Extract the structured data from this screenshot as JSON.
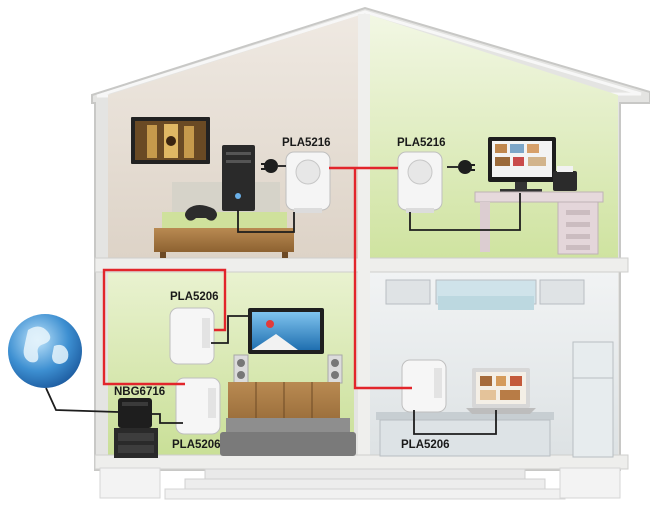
{
  "labels": {
    "pla5216_bedroom": "PLA5216",
    "pla5216_office": "PLA5216",
    "pla5206_living_top": "PLA5206",
    "pla5206_living_bottom": "PLA5206",
    "pla5206_kitchen": "PLA5206",
    "nbg6716": "NBG6716"
  },
  "colors": {
    "powerline": "#e2252b",
    "ethernet": "#1d1d1d",
    "wall": "#e9e9e7",
    "roof_edge": "#c9c9c9",
    "room_beige": "#e5ddd3",
    "room_green": "#d6e8b0",
    "room_kitchen": "#e4e8ea"
  },
  "icons": [
    "globe-icon",
    "router-icon",
    "adapter-icon",
    "tv-icon",
    "pc-icon",
    "monitor-icon",
    "printer-icon",
    "laptop-icon",
    "speaker-icon",
    "gamepad-icon",
    "plug-icon"
  ]
}
